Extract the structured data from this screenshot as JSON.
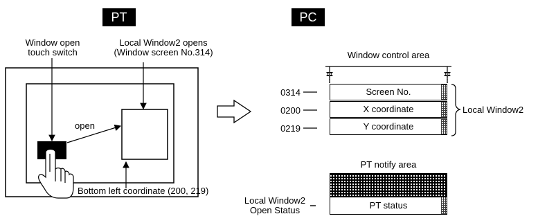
{
  "pt_header": "PT",
  "pc_header": "PC",
  "left": {
    "switch_label_line1": "Window open",
    "switch_label_line2": "touch switch",
    "window_label_line1": "Local Window2 opens",
    "window_label_line2": "(Window screen No.314)",
    "open_label": "open",
    "coord_label": "Bottom left coordinate (200, 219)"
  },
  "right": {
    "control_area_title": "Window control area",
    "rows": [
      {
        "address": "0314",
        "label": "Screen No."
      },
      {
        "address": "0200",
        "label": "X coordinate"
      },
      {
        "address": "0219",
        "label": "Y coordinate"
      }
    ],
    "group_label": "Local Window2",
    "notify_title": "PT notify area",
    "status_label": "PT status",
    "status_desc_line1": "Local Window2",
    "status_desc_line2": "Open Status"
  }
}
